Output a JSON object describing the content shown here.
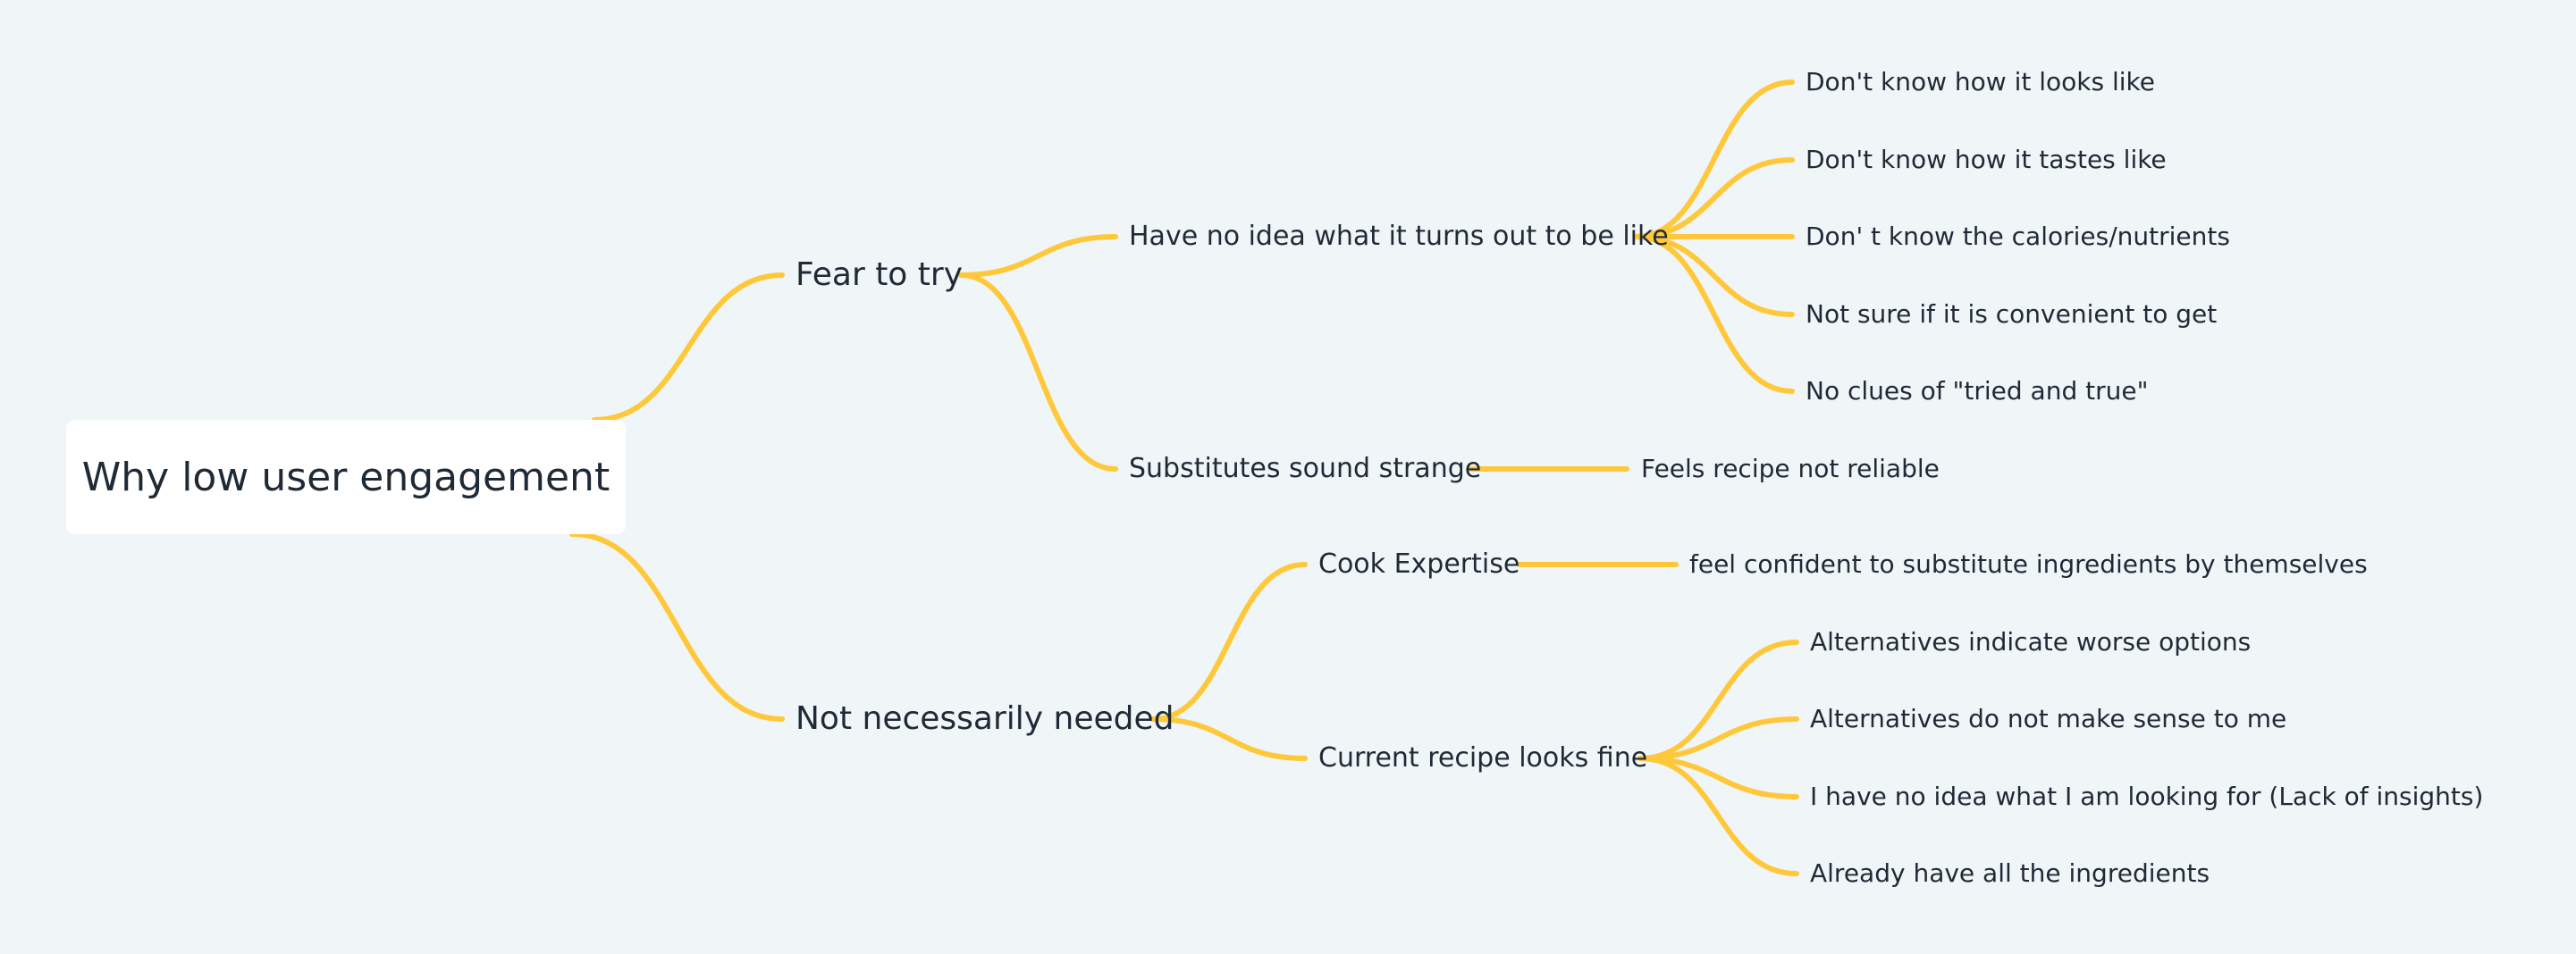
{
  "theme": {
    "background": "#f0f5f7",
    "edge_color": "#ffc83a",
    "text_color": "#1f2a37",
    "root_fill": "#ffffff"
  },
  "root": {
    "label": "Why low user engagement"
  },
  "branches": [
    {
      "label": "Fear to try",
      "children": [
        {
          "label": "Have no idea what it turns out to be like",
          "children": [
            "Don't know how it looks like",
            "Don't know how it tastes like",
            "Don' t know the calories/nutrients",
            "Not sure if it is convenient to get",
            "No clues of \"tried and true\""
          ]
        },
        {
          "label": "Substitutes sound strange",
          "children": [
            "Feels recipe not reliable"
          ]
        }
      ]
    },
    {
      "label": "Not necessarily needed",
      "children": [
        {
          "label": "Cook Expertise",
          "children": [
            "feel confident to substitute ingredients by themselves"
          ]
        },
        {
          "label": "Current recipe looks fine",
          "children": [
            "Alternatives indicate worse options",
            "Alternatives do not make sense to me",
            "I have no idea what I am looking for (Lack of insights)",
            "Already have all the ingredients"
          ]
        }
      ]
    }
  ]
}
